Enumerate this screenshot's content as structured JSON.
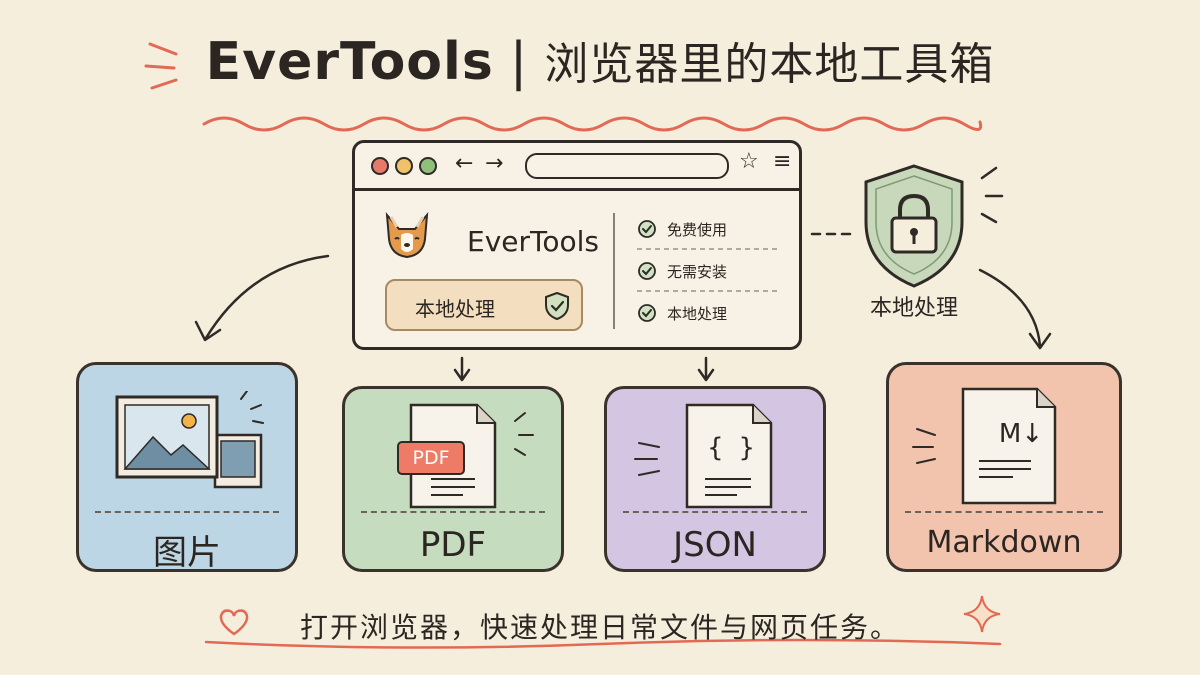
{
  "title": {
    "main": "EverTools",
    "separator": "|",
    "subtitle": "浏览器里的本地工具箱"
  },
  "browser": {
    "app_name": "EverTools",
    "local_button": "本地处理",
    "features": [
      "免费使用",
      "无需安装",
      "本地处理"
    ]
  },
  "shield": {
    "label": "本地处理"
  },
  "cards": [
    {
      "label": "图片",
      "color": "#bcd6e6",
      "icon": "image-icon"
    },
    {
      "label": "PDF",
      "color": "#c6dcbf",
      "icon": "pdf-file-icon",
      "badge": "PDF"
    },
    {
      "label": "JSON",
      "color": "#d4c6e2",
      "icon": "json-file-icon",
      "glyph": "{ }"
    },
    {
      "label": "Markdown",
      "color": "#f2c4ae",
      "icon": "markdown-file-icon",
      "glyph": "M↓"
    }
  ],
  "footer": {
    "text": "打开浏览器，快速处理日常文件与网页任务。"
  },
  "colors": {
    "background": "#f6eedd",
    "accent": "#e26a54",
    "ink": "#2f2a26",
    "check": "#6fa86a",
    "shield": "#c8d8bb"
  }
}
